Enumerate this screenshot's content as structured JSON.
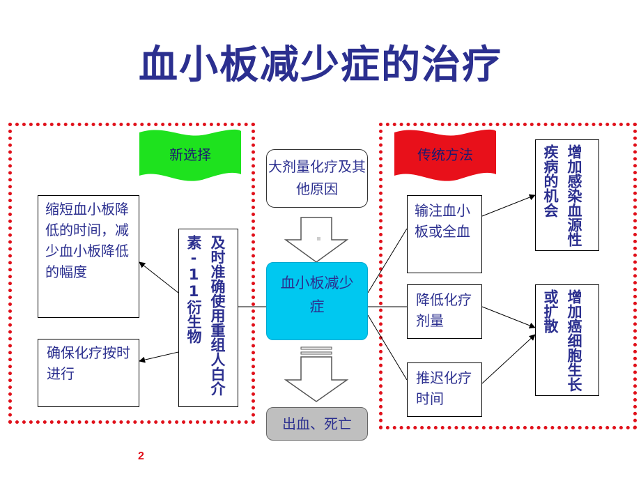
{
  "title": "血小板减少症的治疗",
  "flags": {
    "new_choice": "新选择",
    "traditional": "传统方法"
  },
  "colors": {
    "title": "#2b2f8f",
    "frame": "#e0101a",
    "new_flag": "#1ee21e",
    "traditional_flag": "#e8101a",
    "center_box": "#00c8f0",
    "outcome_box": "#bfbfbf"
  },
  "left": {
    "box_shorten": "缩短血小板降低的时间，减少血小板降低的幅度",
    "box_ensure": "确保化疗按时进行",
    "vertical_box": "及时准确使用重组人白介素-11衍生物"
  },
  "center": {
    "cause": "大剂量化疗及其他原因",
    "main": "血小板减少症",
    "outcome": "出血、死亡"
  },
  "right": {
    "transfusion": "输注血小板或全血",
    "reduce_dose": "降低化疗剂量",
    "delay": "推迟化疗时间",
    "risk_infection": "增加感染血源性疾病的机会",
    "risk_tumor": "增加癌细胞生长或扩散"
  },
  "page_number": "2"
}
